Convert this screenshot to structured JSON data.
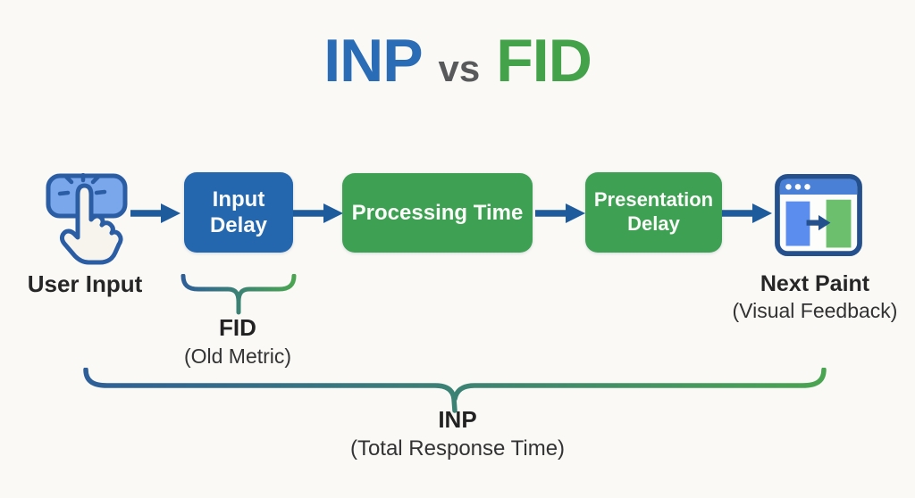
{
  "title": {
    "inp": "INP",
    "vs": "vs",
    "fid": "FID"
  },
  "flow": {
    "user_input": {
      "label": "User Input"
    },
    "boxes": [
      {
        "id": "input-delay",
        "label": "Input Delay"
      },
      {
        "id": "processing-time",
        "label": "Processing Time"
      },
      {
        "id": "presentation-delay",
        "label": "Presentation Delay"
      }
    ],
    "next_paint": {
      "label": "Next Paint",
      "sublabel": "(Visual Feedback)"
    }
  },
  "annotations": {
    "fid": {
      "label": "FID",
      "sublabel": "(Old Metric)"
    },
    "inp": {
      "label": "INP",
      "sublabel": "(Total Response Time)"
    }
  },
  "icons": {
    "user_input": "tap-hand-icon",
    "next_paint": "browser-window-icon"
  },
  "colors": {
    "background": "#faf9f6",
    "title_inp": "#2a6cb6",
    "title_vs": "#58595b",
    "title_fid": "#43a24a",
    "box_blue": "#2467ae",
    "box_green": "#3ea053",
    "arrow": "#1d5b9c",
    "icon_outline": "#2b5da4",
    "brace_gradient_start": "#2e5f98",
    "brace_gradient_end": "#4aa551",
    "text_dark": "#262626"
  }
}
